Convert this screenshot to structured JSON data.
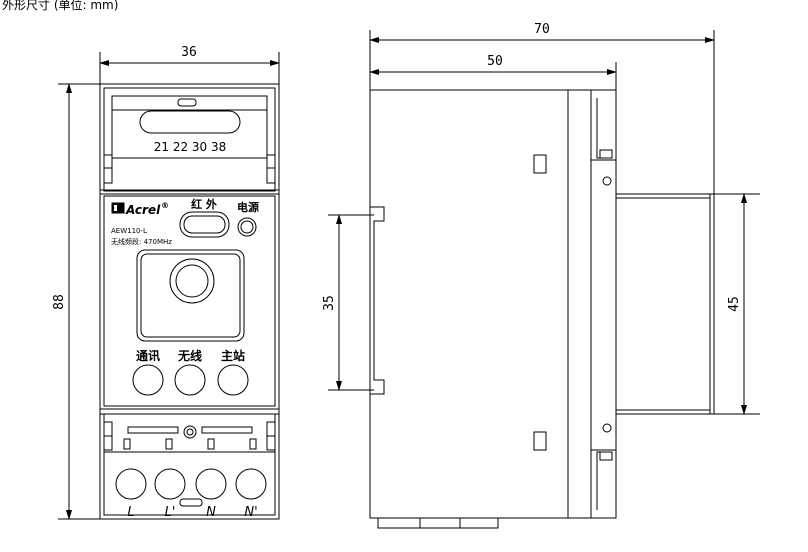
{
  "caption": "外形尺寸 (单位: mm)",
  "front_view": {
    "width_dim": "36",
    "height_dim": "88",
    "ct_sizes": "21  22  30  38",
    "brand": "Acrel",
    "registered_mark": "®",
    "model": "AEW110-L",
    "frequency": "无线频段: 470MHz",
    "infrared_label": "红 外",
    "power_label": "电源",
    "indicator_labels": [
      "通讯",
      "无线",
      "主站"
    ],
    "terminal_labels": [
      "L",
      "L'",
      "N",
      "N'"
    ]
  },
  "side_view": {
    "overall_depth_dim": "70",
    "body_depth_dim": "50",
    "rail_dim": "35",
    "step_height_dim": "45"
  }
}
